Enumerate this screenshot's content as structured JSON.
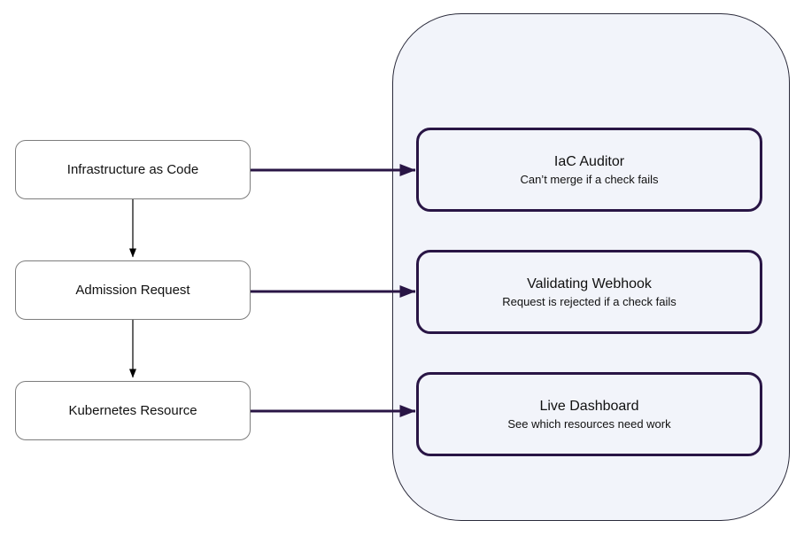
{
  "diagram": {
    "left_nodes": [
      {
        "label": "Infrastructure as Code"
      },
      {
        "label": "Admission Request"
      },
      {
        "label": "Kubernetes Resource"
      }
    ],
    "right_nodes": [
      {
        "title": "IaC Auditor",
        "subtitle": "Can’t merge if a check fails"
      },
      {
        "title": "Validating Webhook",
        "subtitle": "Request is rejected if a check fails"
      },
      {
        "title": "Live Dashboard",
        "subtitle": "See which resources need work"
      }
    ],
    "edges": [
      {
        "from": "Infrastructure as Code",
        "to": "Admission Request",
        "style": "thin-black"
      },
      {
        "from": "Admission Request",
        "to": "Kubernetes Resource",
        "style": "thin-black"
      },
      {
        "from": "Infrastructure as Code",
        "to": "IaC Auditor",
        "style": "thick-purple"
      },
      {
        "from": "Admission Request",
        "to": "Validating Webhook",
        "style": "thick-purple"
      },
      {
        "from": "Kubernetes Resource",
        "to": "Live Dashboard",
        "style": "thick-purple"
      }
    ],
    "colors": {
      "accent_purple": "#291545",
      "container_bg": "#f2f4fa",
      "container_border": "#2a2a3a",
      "left_node_border": "#7d7d7d",
      "left_node_bg": "#ffffff",
      "flow_black": "#000000",
      "text_color": "#111111"
    }
  }
}
